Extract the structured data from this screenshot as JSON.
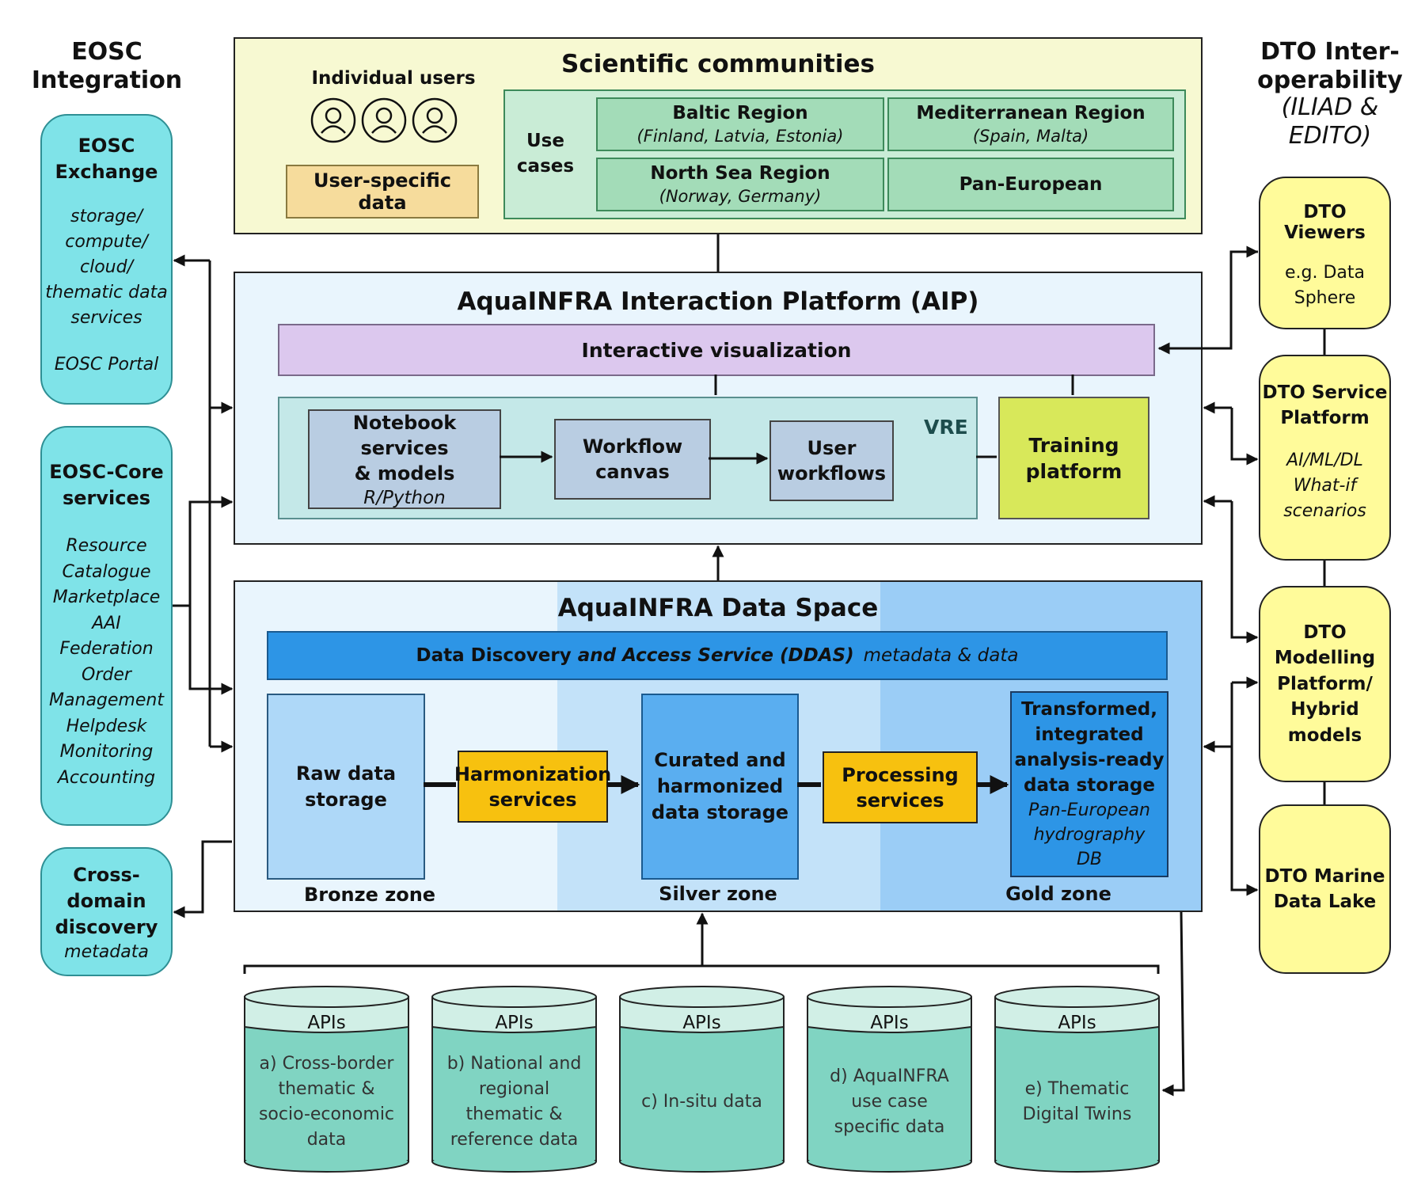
{
  "headings": {
    "eosc_integration": "EOSC\nIntegration",
    "dto_interop": "DTO Inter-\noperability",
    "dto_interop_sub": "(ILIAD &\nEDITO)"
  },
  "communities": {
    "title": "Scientific communities",
    "individual_users": "Individual users",
    "user_data": "User-specific data",
    "use_cases_label": "Use\ncases",
    "regions": [
      {
        "name": "Baltic Region",
        "detail": "(Finland, Latvia, Estonia)"
      },
      {
        "name": "Mediterranean Region",
        "detail": "(Spain, Malta)"
      },
      {
        "name": "North Sea Region",
        "detail": "(Norway, Germany)"
      },
      {
        "name": "Pan-European",
        "detail": ""
      }
    ]
  },
  "aip": {
    "title": "AquaINFRA Interaction Platform (AIP)",
    "interactive": "Interactive visualization",
    "vre": "VRE",
    "notebook": "Notebook services\n& models",
    "notebook_sub": "R/Python",
    "workflow": "Workflow\ncanvas",
    "user_workflows": "User\nworkflows",
    "training": "Training\nplatform"
  },
  "data_space": {
    "title": "AquaINFRA Data Space",
    "ddas_main": "Data Discovery ",
    "ddas_italic": "and Access Service (DDAS)",
    "ddas_meta": "metadata & data",
    "raw": "Raw data\nstorage",
    "harmonization": "Harmonization\nservices",
    "curated": "Curated and\nharmonized\ndata storage",
    "processing": "Processing\nservices",
    "transformed": "Transformed,\nintegrated\nanalysis-ready\ndata storage",
    "transformed_sub": "Pan-European\nhydrography\nDB",
    "bronze": "Bronze zone",
    "silver": "Silver zone",
    "gold": "Gold zone"
  },
  "left_boxes": {
    "exchange_title": "EOSC\nExchange",
    "exchange_body": "storage/\ncompute/\ncloud/\nthematic data\nservices",
    "exchange_portal": "EOSC Portal",
    "core_title": "EOSC-Core\nservices",
    "core_body": "Resource\nCatalogue\nMarketplace\nAAI\nFederation\nOrder\nManagement\nHelpdesk\nMonitoring\nAccounting",
    "cross_title": "Cross-\ndomain\ndiscovery",
    "cross_sub": "metadata"
  },
  "right_boxes": {
    "viewers_title": "DTO Viewers",
    "viewers_body": "e.g. Data\nSphere",
    "service_title": "DTO Service\nPlatform",
    "service_body": "AI/ML/DL\nWhat-if\nscenarios",
    "modelling_title": "DTO\nModelling\nPlatform/\nHybrid\nmodels",
    "lake_title": "DTO Marine\nData Lake"
  },
  "sources": [
    {
      "api": "APIs",
      "label": "a) Cross-border\nthematic &\nsocio-economic\ndata"
    },
    {
      "api": "APIs",
      "label": "b) National and\nregional\nthematic &\nreference data"
    },
    {
      "api": "APIs",
      "label": "c) In-situ data"
    },
    {
      "api": "APIs",
      "label": "d) AquaINFRA\nuse case\nspecific data"
    },
    {
      "api": "APIs",
      "label": "e) Thematic\nDigital Twins"
    }
  ],
  "colors": {
    "community_bg": "#f7f9d2",
    "usecase_bg": "#c9ecd6",
    "region_bg": "#a3dcb8",
    "user_data_bg": "#f6dc9c",
    "aip_bg": "#e9f5fd",
    "interactive_bg": "#dcc8ee",
    "vre_bg": "#c4e8e8",
    "tool_bg": "#b9cde2",
    "training_bg": "#d8e85a",
    "bronze_bg": "#e9f5fd",
    "silver_bg": "#c3e2f9",
    "gold_bg": "#9bcdf6",
    "ddas_bg": "#2d95e6",
    "raw_bg": "#aed8f8",
    "curated_bg": "#5aaef0",
    "transformed_bg": "#2d95e6",
    "service_bg": "#f7c10f",
    "eosc_bg": "#7fe3e8",
    "dto_bg": "#fffb9a",
    "cylinder_body": "#80d4c2",
    "cylinder_top": "#d1efe6"
  }
}
